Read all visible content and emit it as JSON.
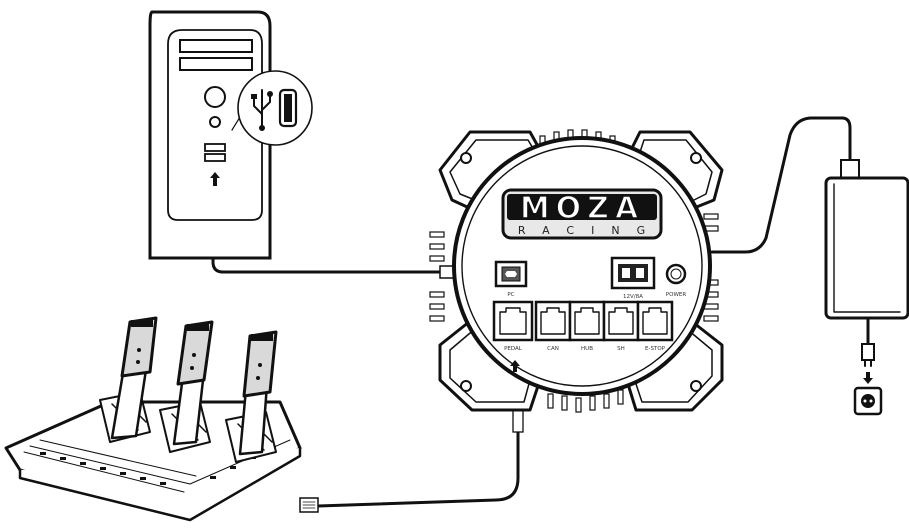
{
  "hub": {
    "brand": "MOZA",
    "brand_sub": "RACING",
    "ports": {
      "usb": "PC",
      "power_in": "12V/8A",
      "power_btn": "POWER",
      "rj45": [
        "PEDAL",
        "CAN",
        "HUB",
        "SH",
        "E-STOP"
      ]
    }
  },
  "colors": {
    "line": "#111111",
    "fill": "#ffffff",
    "shade": "#d9d9d9"
  }
}
